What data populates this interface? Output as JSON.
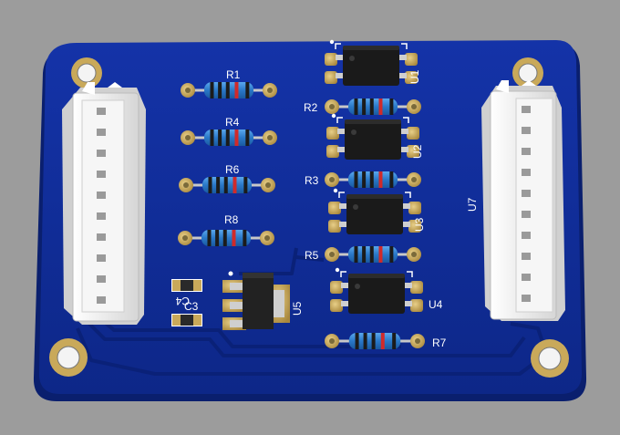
{
  "colors": {
    "background": "#9c9c9c",
    "board": "#0e2a94",
    "board_edge": "#0a1f6e",
    "trace": "#0b2384",
    "pad": "#c9a95a",
    "silkscreen": "#ffffff",
    "ic_body": "#1a1a1a",
    "resistor_body": "#2e7fd0",
    "connector": "#eeeeee"
  },
  "labels": {
    "r1": "R1",
    "r2": "R2",
    "r3": "R3",
    "r4": "R4",
    "r5": "R5",
    "r6": "R6",
    "r7": "R7",
    "r8": "R8",
    "u1": "U1",
    "u2": "U2",
    "u3": "U3",
    "u4": "U4",
    "u5": "U5",
    "u7": "U7",
    "c3": "C3",
    "c4": "C4"
  }
}
